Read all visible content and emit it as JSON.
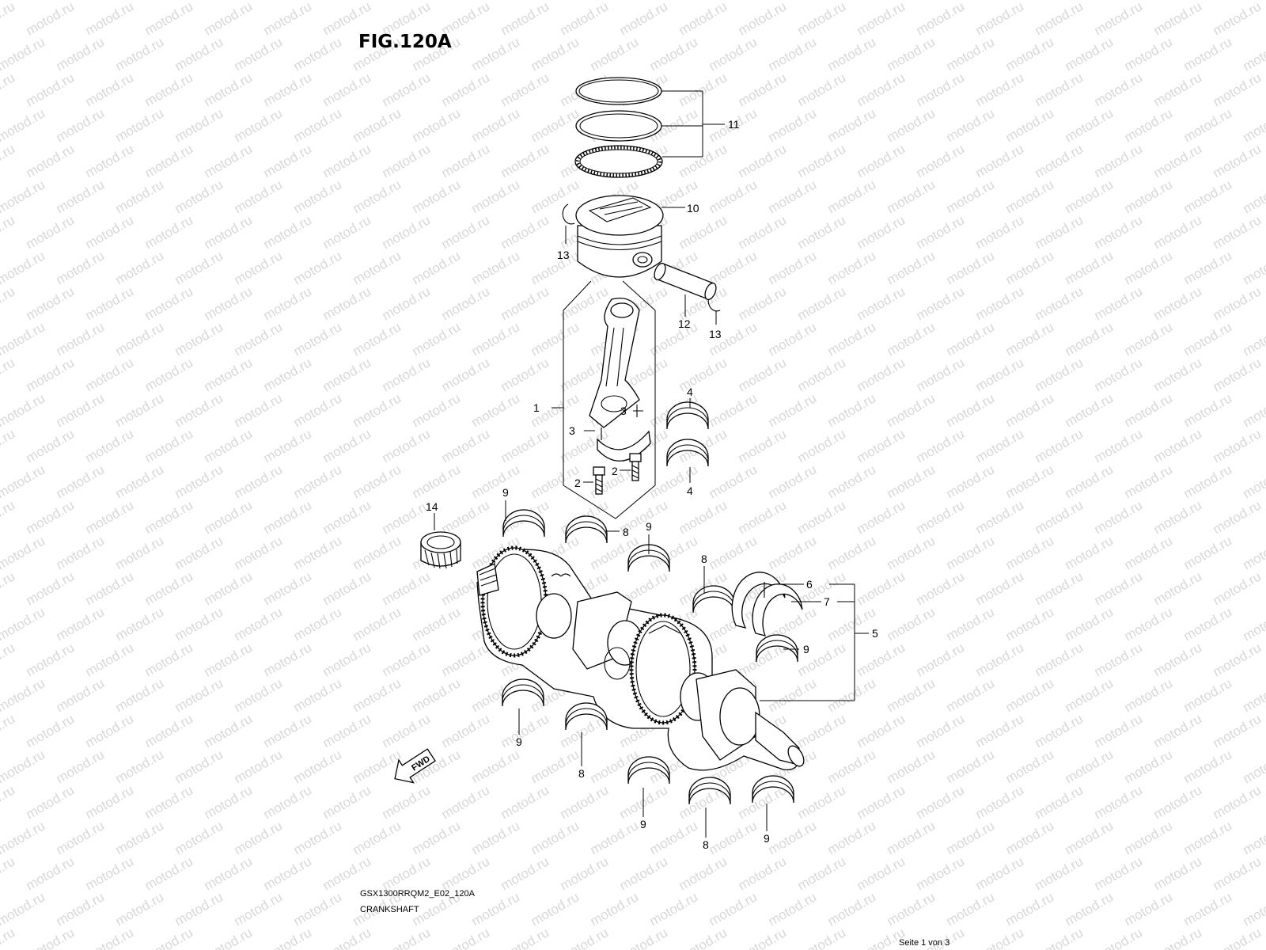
{
  "figure": {
    "title": "FIG.120A",
    "model_code": "GSX1300RRQM2_E02_120A",
    "section_name": "CRANKSHAFT",
    "page_indicator": "Seite 1 von 3",
    "fwd_label": "FWD",
    "watermark_text": "motod.ru"
  },
  "callouts": {
    "c1": "1",
    "c2a": "2",
    "c2b": "2",
    "c3a": "3",
    "c3b": "3",
    "c4a": "4",
    "c4b": "4",
    "c5": "5",
    "c6": "6",
    "c7": "7",
    "c8a": "8",
    "c8b": "8",
    "c8c": "8",
    "c8d": "8",
    "c9a": "9",
    "c9b": "9",
    "c9c": "9",
    "c9d": "9",
    "c9e": "9",
    "c9f": "9",
    "c10": "10",
    "c11": "11",
    "c12": "12",
    "c13a": "13",
    "c13b": "13",
    "c14": "14"
  },
  "colors": {
    "ink": "#000000",
    "watermark": "#d8d8d8",
    "background": "#ffffff"
  }
}
